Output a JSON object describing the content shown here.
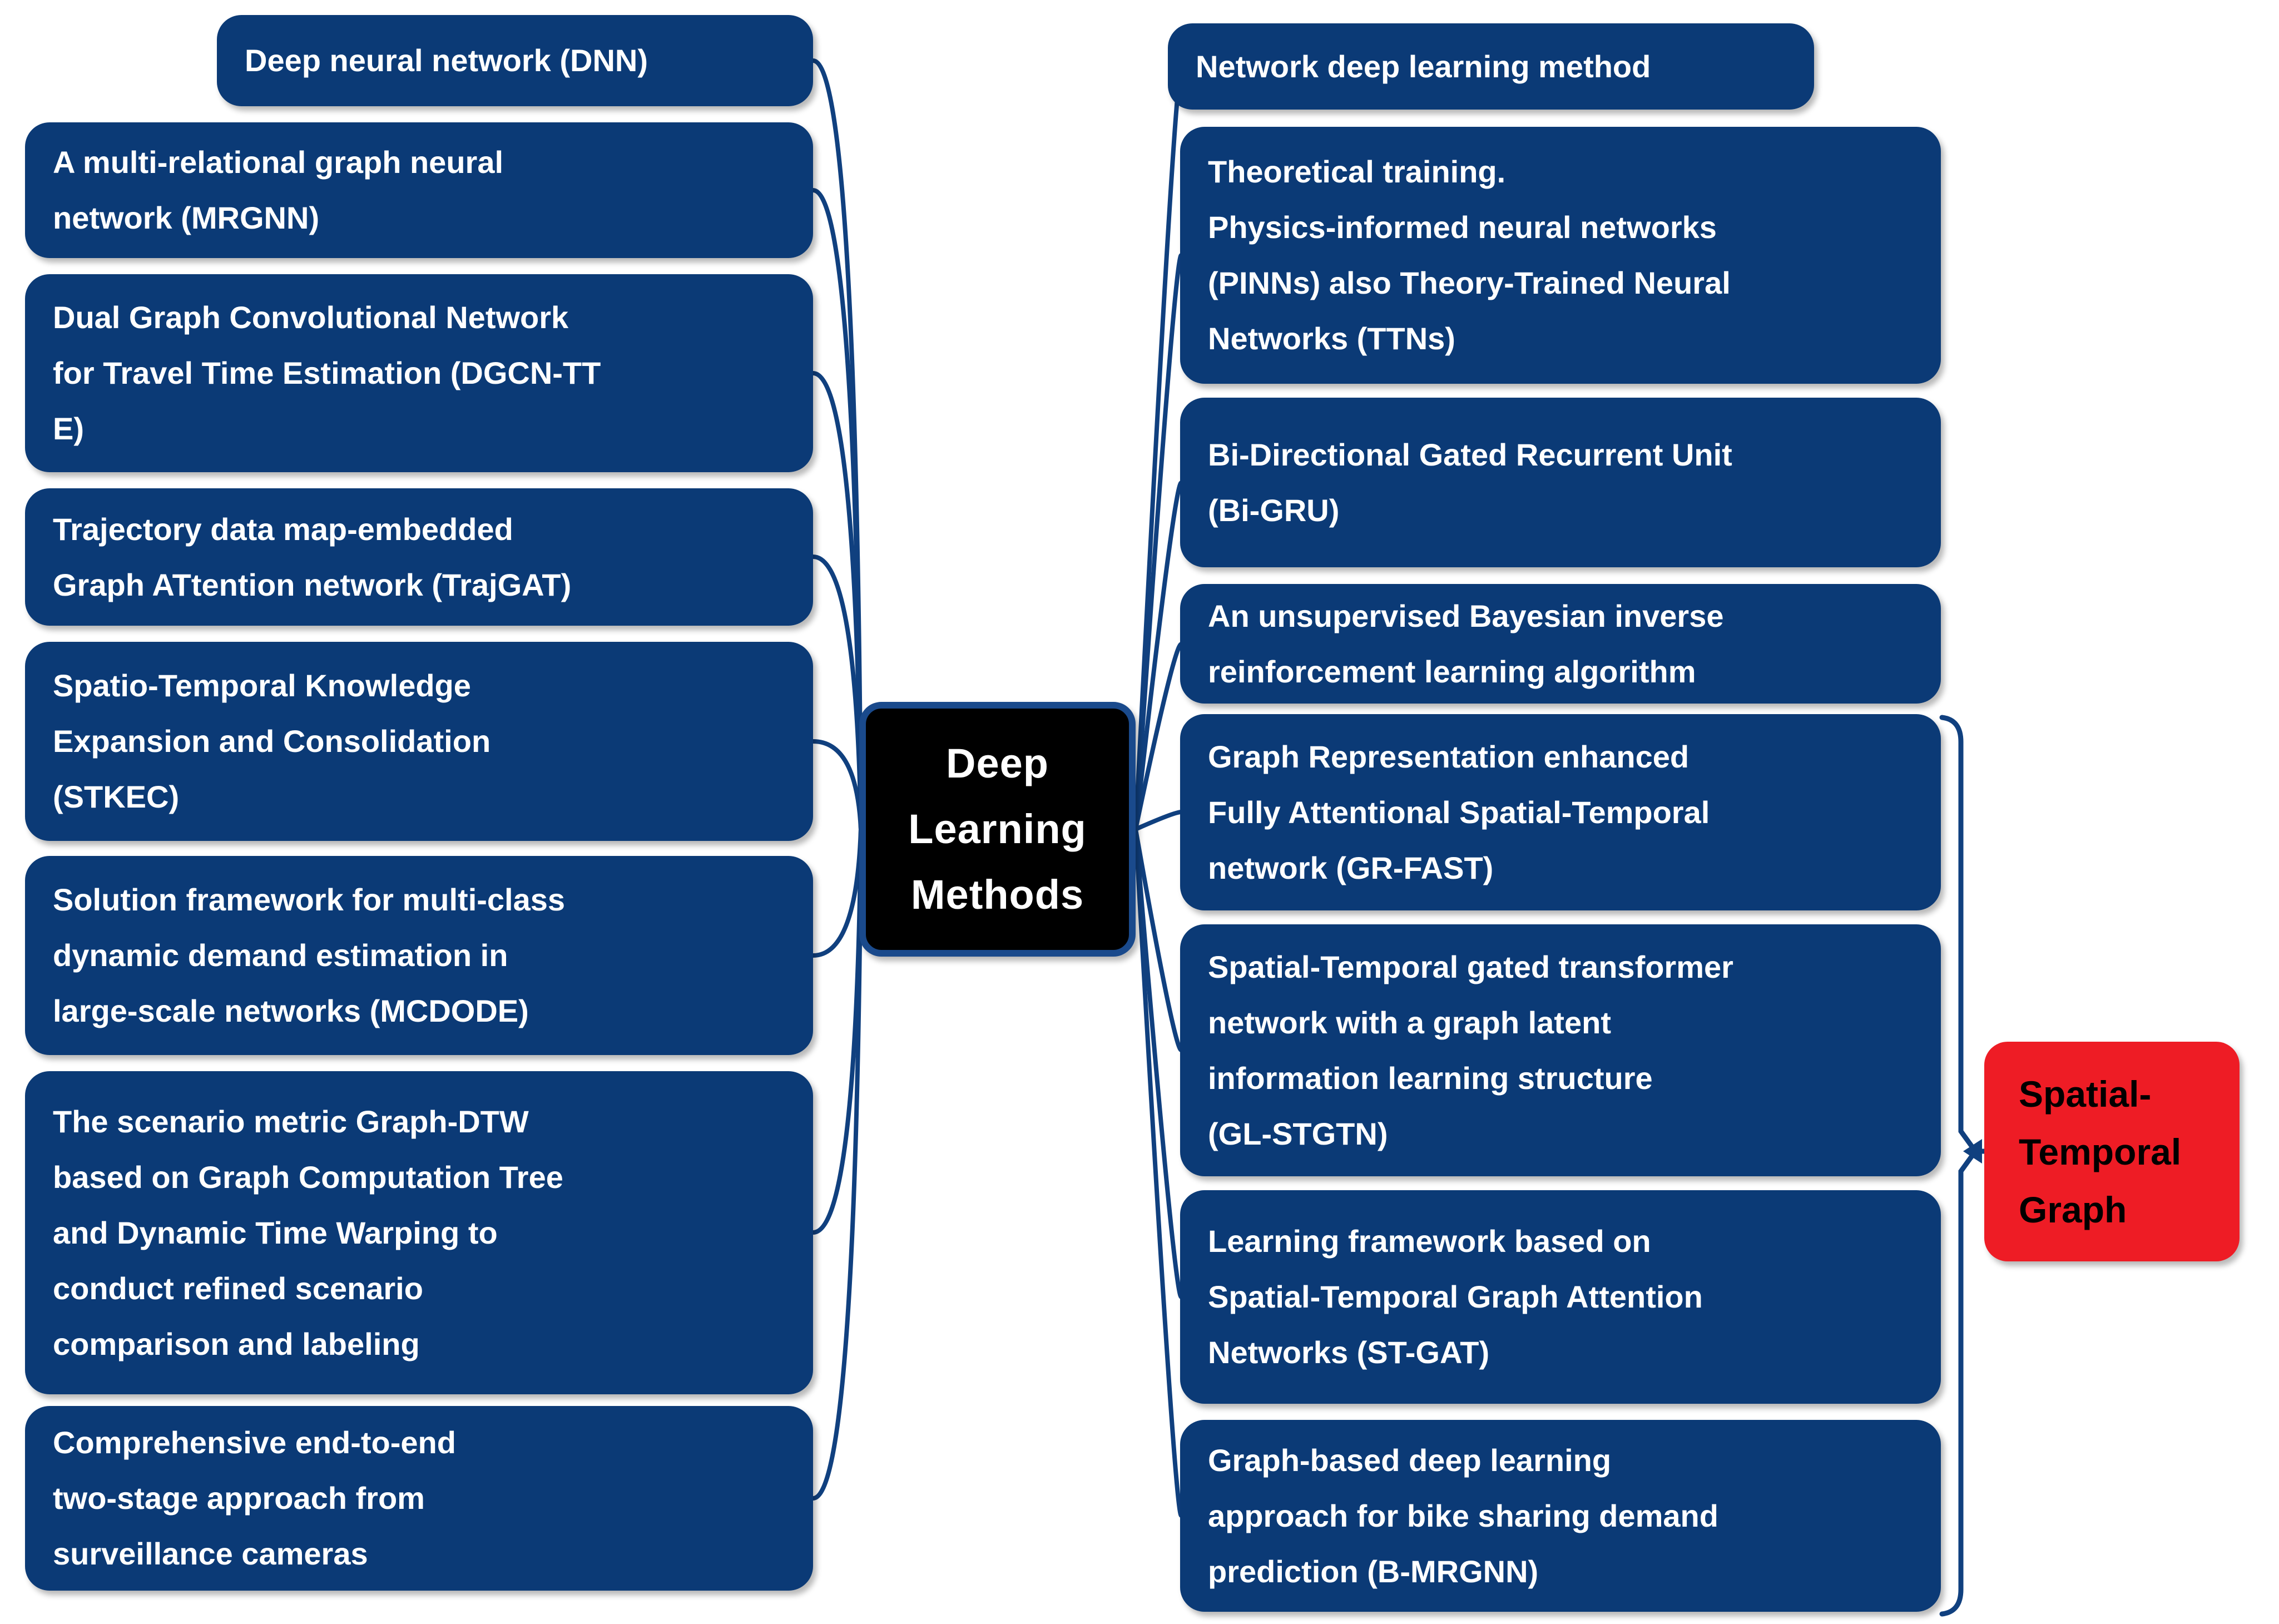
{
  "center_node": {
    "text": "Deep\nLearning\nMethods"
  },
  "group_node": {
    "text": "Spatial-\nTemporal\nGraph"
  },
  "left_nodes": [
    {
      "text": "Deep neural network (DNN)"
    },
    {
      "text": "A multi-relational graph neural\nnetwork (MRGNN)"
    },
    {
      "text": "Dual Graph Convolutional  Network\nfor Travel Time Estimation (DGCN-TT\nE)"
    },
    {
      "text": "Trajectory data map-embedded\nGraph ATtention network (TrajGAT)"
    },
    {
      "text": "Spatio-Temporal Knowledge\nExpansion and Consolidation\n(STKEC)"
    },
    {
      "text": "Solution framework for multi-class\ndynamic demand estimation  in\nlarge-scale networks  (MCDODE)"
    },
    {
      "text": "The scenario metric Graph-DTW\nbased on Graph Computation Tree\nand Dynamic Time Warping to\nconduct refined scenario\ncomparison and labeling"
    },
    {
      "text": "Comprehensive end-to-end\ntwo-stage approach from\nsurveillance cameras"
    }
  ],
  "right_nodes": [
    {
      "text": "Network deep learning method"
    },
    {
      "text": "Theoretical training.\nPhysics-informed neural networks\n(PINNs) also Theory-Trained Neural\nNetworks (TTNs)"
    },
    {
      "text": "Bi-Directional Gated Recurrent Unit\n(Bi-GRU)"
    },
    {
      "text": "An unsupervised Bayesian inverse\nreinforcement learning algorithm"
    },
    {
      "text": "Graph Representation enhanced\nFully Attentional Spatial-Temporal\nnetwork (GR-FAST)"
    },
    {
      "text": "Spatial-Temporal gated transformer\nnetwork with a graph latent\ninformation learning structure\n(GL-STGTN)"
    },
    {
      "text": "Learning framework based on\nSpatial-Temporal Graph Attention\nNetworks (ST-GAT)"
    },
    {
      "text": "Graph-based deep learning\napproach for bike sharing demand\nprediction (B-MRGNN)"
    }
  ],
  "colors": {
    "node_fill": "#0b3a76",
    "node_text": "#ffffff",
    "center_fill": "#000000",
    "center_border": "#1a4a8c",
    "group_fill": "#ee1c25",
    "group_text": "#000000",
    "connector": "#10407f"
  }
}
